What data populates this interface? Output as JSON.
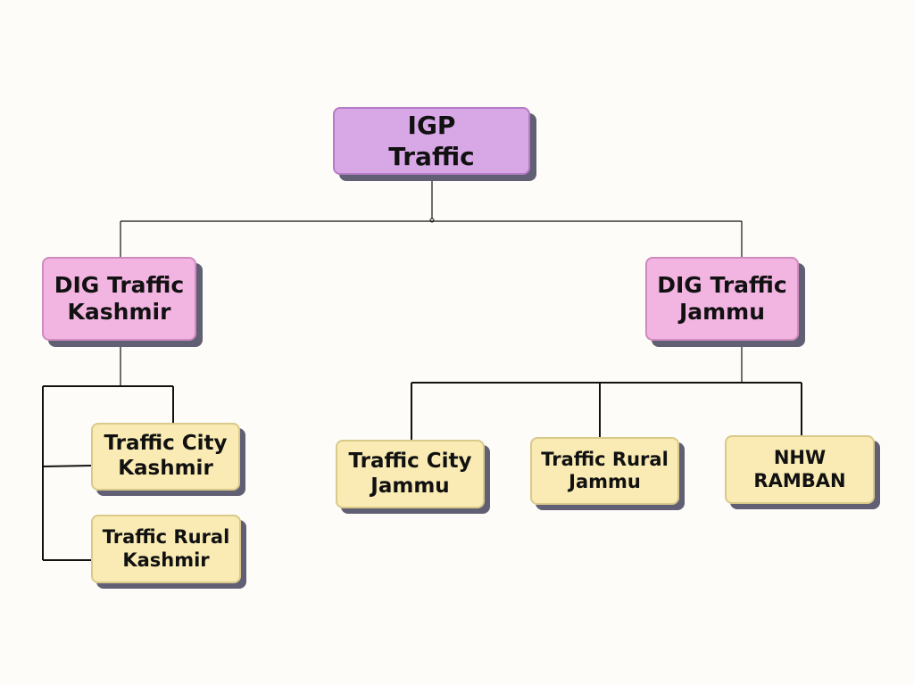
{
  "colors": {
    "background": "#fdfcf8",
    "top_fill": "#d8a8e6",
    "dig_fill": "#f2b4e0",
    "unit_fill": "#f9ebb3",
    "shadow": "#615f73",
    "line": "#111111"
  },
  "chart": {
    "root": {
      "label": "IGP\nTraffic"
    },
    "kashmir": {
      "label": "DIG Traffic\nKashmir",
      "units": [
        {
          "label": "Traffic City\nKashmir"
        },
        {
          "label": "Traffic Rural\nKashmir"
        }
      ]
    },
    "jammu": {
      "label": "DIG Traffic\nJammu",
      "units": [
        {
          "label": "Traffic City\nJammu"
        },
        {
          "label": "Traffic Rural\nJammu"
        },
        {
          "label": "NHW\nRAMBAN"
        }
      ]
    }
  }
}
